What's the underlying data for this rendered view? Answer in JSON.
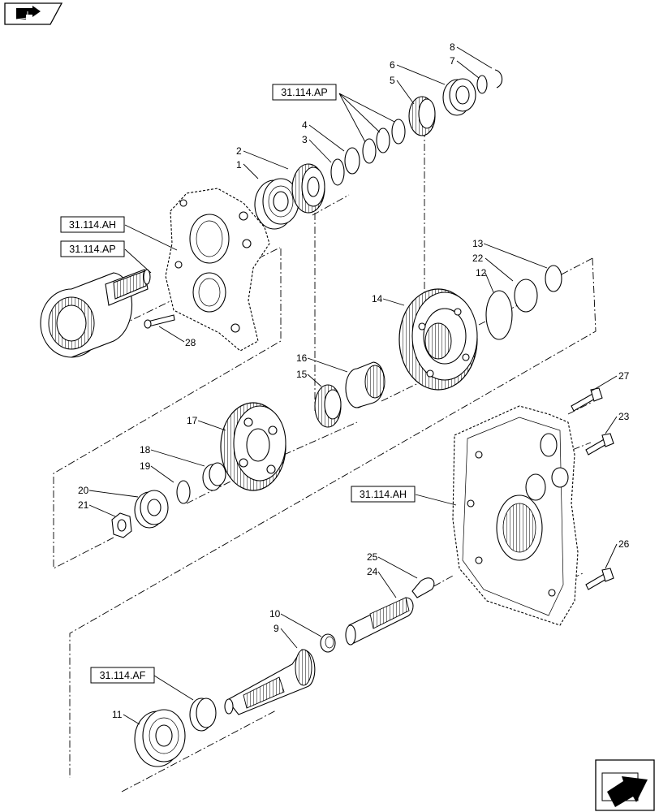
{
  "callouts": [
    "1",
    "2",
    "3",
    "4",
    "5",
    "6",
    "7",
    "8",
    "9",
    "10",
    "11",
    "12",
    "13",
    "14",
    "15",
    "16",
    "17",
    "18",
    "19",
    "20",
    "21",
    "22",
    "23",
    "24",
    "25",
    "26",
    "27",
    "28"
  ],
  "references": {
    "ref_ap_top": "31.114.AP",
    "ref_ah_left": "31.114.AH",
    "ref_ap_left": "31.114.AP",
    "ref_ah_right": "31.114.AH",
    "ref_af": "31.114.AF"
  },
  "icons": {
    "top_left": "book-arrow-icon",
    "bottom_right": "next-page-arrow-icon"
  }
}
